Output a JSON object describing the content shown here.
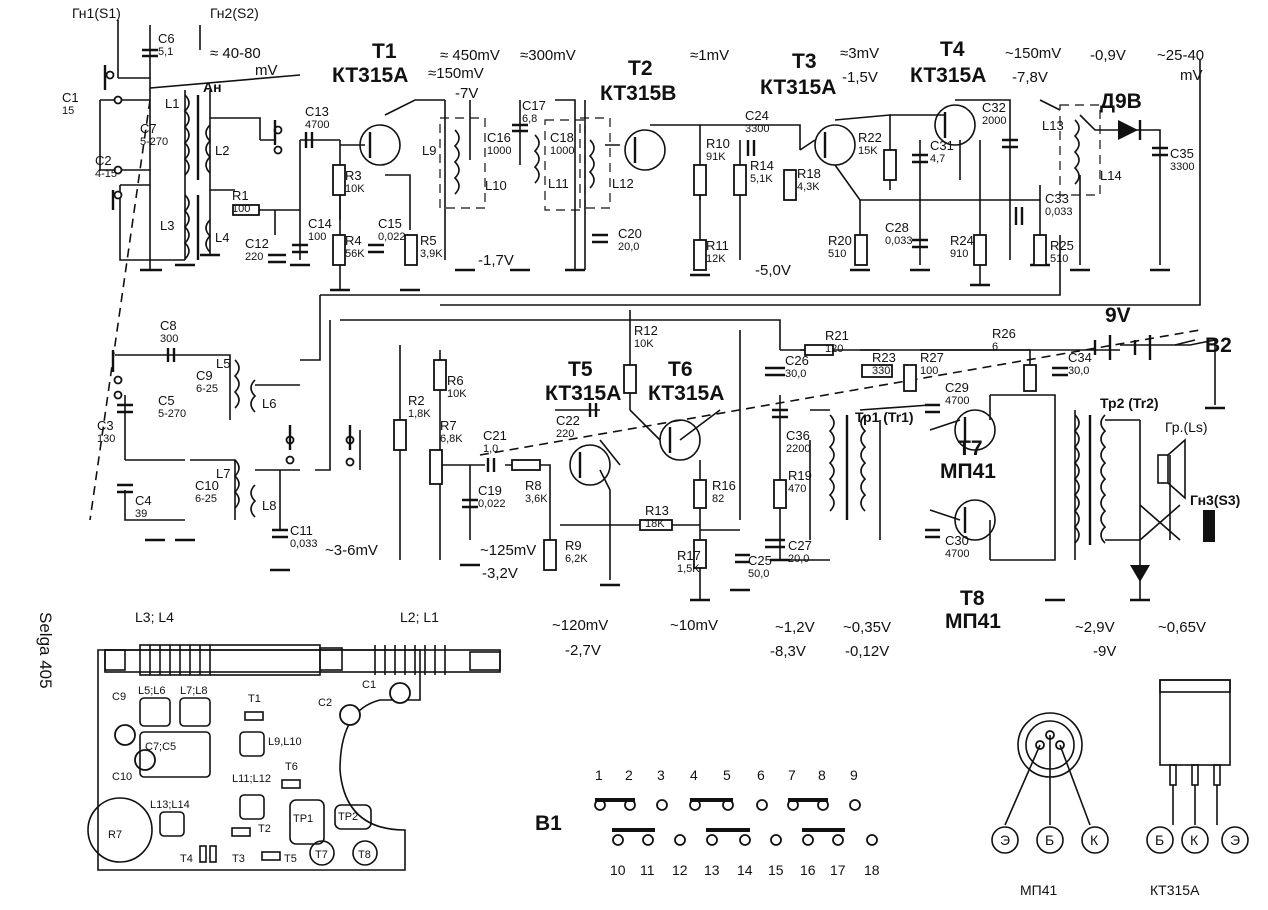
{
  "inputs": {
    "s1": "Гн1(S1)",
    "s2": "Гн2(S2)",
    "antenna": "Ан"
  },
  "transistors": [
    {
      "id": "t1",
      "name": "T1",
      "type": "КТ315А"
    },
    {
      "id": "t2",
      "name": "T2",
      "type": "КТ315В"
    },
    {
      "id": "t3",
      "name": "T3",
      "type": "КТ315А"
    },
    {
      "id": "t4",
      "name": "T4",
      "type": "КТ315А"
    },
    {
      "id": "t5",
      "name": "T5",
      "type": "КТ315А"
    },
    {
      "id": "t6",
      "name": "T6",
      "type": "КТ315А"
    },
    {
      "id": "t7",
      "name": "T7",
      "type": "МП41"
    },
    {
      "id": "t8",
      "name": "T8",
      "type": "МП41"
    }
  ],
  "diode": "Д9В",
  "supply": "9V",
  "switch_b2": "B2",
  "components": [
    {
      "n": "C1",
      "v": "15"
    },
    {
      "n": "C2",
      "v": "4-15"
    },
    {
      "n": "C6",
      "v": "5,1"
    },
    {
      "n": "C7",
      "v": "5-270"
    },
    {
      "n": "C13",
      "v": "4700"
    },
    {
      "n": "R1",
      "v": "100"
    },
    {
      "n": "C12",
      "v": "220"
    },
    {
      "n": "C14",
      "v": "100"
    },
    {
      "n": "R3",
      "v": "10K"
    },
    {
      "n": "R4",
      "v": "56K"
    },
    {
      "n": "C15",
      "v": "0,022"
    },
    {
      "n": "R5",
      "v": "3,9K"
    },
    {
      "n": "C16",
      "v": "1000"
    },
    {
      "n": "C17",
      "v": "6,8"
    },
    {
      "n": "C18",
      "v": "1000"
    },
    {
      "n": "R10",
      "v": "91K"
    },
    {
      "n": "C20",
      "v": "20,0"
    },
    {
      "n": "R11",
      "v": "12K"
    },
    {
      "n": "C24",
      "v": "3300"
    },
    {
      "n": "R14",
      "v": "5,1K"
    },
    {
      "n": "R18",
      "v": "4,3K"
    },
    {
      "n": "R22",
      "v": "15K"
    },
    {
      "n": "C31",
      "v": "4,7"
    },
    {
      "n": "C32",
      "v": "2000"
    },
    {
      "n": "C28",
      "v": "0,033"
    },
    {
      "n": "R20",
      "v": "510"
    },
    {
      "n": "R24",
      "v": "910"
    },
    {
      "n": "C33",
      "v": "0,033"
    },
    {
      "n": "R25",
      "v": "510"
    },
    {
      "n": "C35",
      "v": "3300"
    },
    {
      "n": "C8",
      "v": "300"
    },
    {
      "n": "C9",
      "v": "6-25"
    },
    {
      "n": "C5",
      "v": "5-270"
    },
    {
      "n": "C3",
      "v": "130"
    },
    {
      "n": "C4",
      "v": "39"
    },
    {
      "n": "C10",
      "v": "6-25"
    },
    {
      "n": "C11",
      "v": "0,033"
    },
    {
      "n": "R2",
      "v": "1,8K"
    },
    {
      "n": "R6",
      "v": "10K"
    },
    {
      "n": "R7",
      "v": "6,8K"
    },
    {
      "n": "C21",
      "v": "1,0"
    },
    {
      "n": "C19",
      "v": "0,022"
    },
    {
      "n": "R8",
      "v": "3,6K"
    },
    {
      "n": "R9",
      "v": "6,2K"
    },
    {
      "n": "C22",
      "v": "220"
    },
    {
      "n": "R12",
      "v": "10K"
    },
    {
      "n": "R13",
      "v": "18K"
    },
    {
      "n": "R16",
      "v": "82"
    },
    {
      "n": "R17",
      "v": "1,5K"
    },
    {
      "n": "C25",
      "v": "50,0"
    },
    {
      "n": "C26",
      "v": "30,0"
    },
    {
      "n": "R21",
      "v": "120"
    },
    {
      "n": "R23",
      "v": "330"
    },
    {
      "n": "R27",
      "v": "100"
    },
    {
      "n": "R26",
      "v": "6"
    },
    {
      "n": "C34",
      "v": "30,0"
    },
    {
      "n": "C36",
      "v": "2200"
    },
    {
      "n": "R19",
      "v": "470"
    },
    {
      "n": "C27",
      "v": "20,0"
    },
    {
      "n": "C29",
      "v": "4700"
    },
    {
      "n": "C30",
      "v": "4700"
    }
  ],
  "coils": [
    "L1",
    "L2",
    "L3",
    "L4",
    "L5",
    "L6",
    "L7",
    "L8",
    "L9",
    "L10",
    "L11",
    "L12",
    "L13",
    "L14"
  ],
  "transformers": {
    "tr1": "Тр1 (Tr1)",
    "tr2": "Тр2 (Tr2)"
  },
  "speaker": "Гр.(Ls)",
  "jack": "Гн3(S3)",
  "levels": {
    "ant": "≈ 40-80",
    "ant_unit": "mV",
    "t1_in": "≈150mV",
    "t1_dc": "-7V",
    "l9": "≈ 450mV",
    "l11": "≈300mV",
    "t2": "≈1mV",
    "t3": "≈3mV",
    "t3_dc": "-1,5V",
    "t4": "~150mV",
    "t4_dc": "-7,8V",
    "d": "-0,9V",
    "d_out": "~25-40",
    "d_out_unit": "mV",
    "t1_e": "-1,7V",
    "t2_dc": "-5,0V",
    "v_in": "~3-6mV",
    "t5_in": "~125mV",
    "t5_dc": "-3,2V",
    "t6_out": "~120mV",
    "t6_dc": "-2,7V",
    "t6_e": "~10mV",
    "tr1": "~1,2V",
    "tr1_dc": "-8,3V",
    "t78_b": "~0,35V",
    "t78_dc": "-0,12V",
    "t78_c": "~2,9V",
    "t78_cdc": "-9V",
    "spk": "~0,65V"
  },
  "model": "Selga 405",
  "layout_labels": {
    "l3l4": "L3; L4",
    "l2l1": "L2; L1",
    "c9": "C9",
    "l5l6": "L5;L6",
    "l7l8": "L7;L8",
    "t1": "T1",
    "c2": "C2",
    "c1": "C1",
    "c7c5": "C7;C5",
    "l9l10": "L9,L10",
    "c10": "C10",
    "l11l12": "L11;L12",
    "t6": "T6",
    "l13l14": "L13;L14",
    "r7": "R7",
    "t2": "T2",
    "tp1": "TP1",
    "tp2": "TP2",
    "t4": "T4",
    "t3": "T3",
    "t5": "T5",
    "t7": "T7",
    "t8": "T8"
  },
  "switch": {
    "name": "B1",
    "top": [
      "1",
      "2",
      "3",
      "4",
      "5",
      "6",
      "7",
      "8",
      "9"
    ],
    "bottom": [
      "10",
      "11",
      "12",
      "13",
      "14",
      "15",
      "16",
      "17",
      "18"
    ]
  },
  "pinout_mp41": {
    "label": "МП41",
    "pins": [
      "Э",
      "Б",
      "К"
    ]
  },
  "pinout_kt315": {
    "label": "КТ315А",
    "pins": [
      "Б",
      "К",
      "Э"
    ]
  }
}
